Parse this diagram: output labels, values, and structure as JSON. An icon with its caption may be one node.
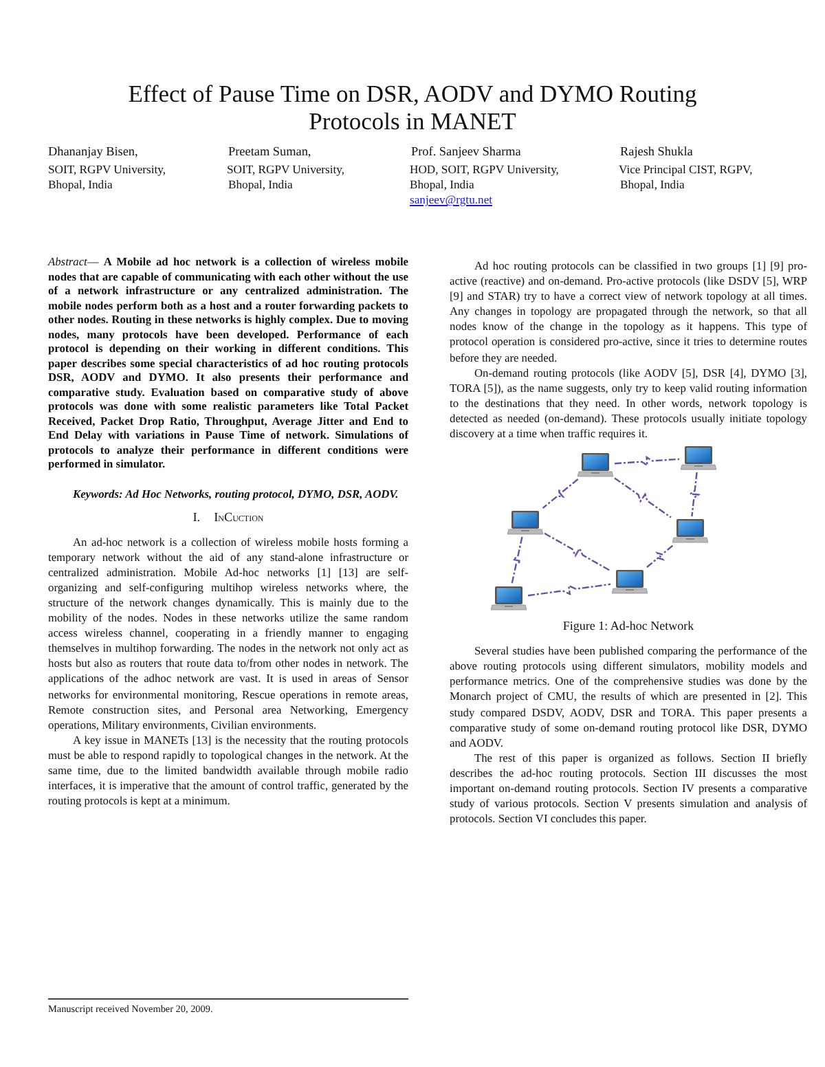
{
  "diagram": {
    "title": "Effect of Pause Time on DSR, AODV and DYMO Routing Protocols in MANET",
    "caption": "Figure 1: Ad-hoc Network",
    "nodes": [
      {
        "text": [],
        "shape": "laptop"
      },
      {
        "text": [],
        "shape": "laptop"
      },
      {
        "text": [],
        "shape": "laptop"
      },
      {
        "text": [],
        "shape": "laptop"
      },
      {
        "text": [],
        "shape": "laptop"
      },
      {
        "text": [],
        "shape": "laptop"
      }
    ],
    "edges": [
      {
        "from": 0,
        "to": 1,
        "arrow": "none",
        "style": "dashed"
      },
      {
        "from": 0,
        "to": 2,
        "arrow": "none",
        "style": "dashed"
      },
      {
        "from": 0,
        "to": 3,
        "arrow": "none",
        "style": "dashed"
      },
      {
        "from": 1,
        "to": 3,
        "arrow": "none",
        "style": "dashed"
      },
      {
        "from": 2,
        "to": 4,
        "arrow": "none",
        "style": "dashed"
      },
      {
        "from": 2,
        "to": 5,
        "arrow": "none",
        "style": "dashed"
      },
      {
        "from": 5,
        "to": 4,
        "arrow": "none",
        "style": "dashed"
      },
      {
        "from": 4,
        "to": 3,
        "arrow": "none",
        "style": "dashed"
      }
    ],
    "labels": [
      "Dhananjay Bisen,",
      "SOIT, RGPV University,",
      "Bhopal, India",
      "Preetam Suman,",
      "SOIT, RGPV University,",
      "Bhopal, India",
      "Prof. Sanjeev Sharma",
      "HOD, SOIT, RGPV University,",
      "Bhopal, India",
      "sanjeev@rgtu.net",
      "Rajesh Shukla",
      "Vice Principal CIST, RGPV,",
      "Bhopal, India",
      "*Abstract*— **A Mobile ad hoc network is a collection of wireless mobile nodes that are capable of communicating with each other without the use of a network infrastructure or any centralized administration. The mobile nodes perform both as a host and a router forwarding packets to other nodes. Routing in these networks is highly complex. Due to moving nodes, many protocols have been developed. Performance of each protocol is depending on their working in different conditions. This paper describes some special characteristics of ad hoc routing protocols DSR, AODV and DYMO. It also presents their performance and comparative study. Evaluation based on comparative study of above protocols was done with some realistic parameters like Total Packet Received, Packet Drop Ratio, Throughput, Average Jitter and End to End Delay with variations in Pause Time of network. Simulations of protocols to analyze their performance in different conditions were performed in simulator.**",
      "Keywords: Ad Hoc Networks, routing protocol, DYMO, DSR, AODV.",
      "I.",
      "InCuction",
      "An ad-hoc network is a collection of wireless mobile hosts forming a temporary network without the aid of any stand-alone infrastructure or centralized administration. Mobile Ad-hoc networks [1] [13] are self-organizing and self-configuring multihop wireless networks where, the structure of the network changes dynamically. This is mainly due to the mobility of the nodes. Nodes in these networks utilize the same random access wireless channel, cooperating in a friendly manner to engaging themselves in multihop forwarding. The nodes in the network not only act as hosts but also as routers that route data to/from other nodes in network. The applications of the adhoc network are vast. It is used in areas of Sensor networks for environmental monitoring, Rescue operations in remote areas, Remote construction sites, and Personal area Networking, Emergency operations, Military environments, Civilian environments.",
      "A key issue in MANETs [13] is the necessity that the routing protocols must be able to respond rapidly to topological changes in the network. At the same time, due to the limited bandwidth available through mobile radio interfaces, it is imperative that the amount of control traffic, generated by the routing protocols is kept at a minimum.",
      "Manuscript received November 20, 2009.",
      "Ad hoc routing protocols can be classified in two groups [1] [9] pro-active (reactive) and on-demand. Pro-active protocols (like DSDV [5], WRP [9] and STAR) try to have a correct view of network topology at all times. Any changes in topology are propagated through the network, so that all nodes know of the change in the topology as it happens. This type of protocol operation is considered pro-active, since it tries to determine routes before they are needed.",
      "On-demand routing protocols (like AODV [5], DSR [4], DYMO [3], TORA [5]), as the name suggests, only try to keep valid routing information to the destinations that they need. In other words, network topology is detected as needed (on-demand). These protocols usually initiate topology discovery at a time when traffic requires it.",
      "Several studies have been published comparing the performance of the above routing protocols using different simulators, mobility models and performance metrics. One of the comprehensive studies was done by the Monarch project of CMU, the results of which are presented in [2]. This study compared DSDV, AODV, DSR and TORA. This paper presents a comparative study of some on-demand routing protocol like DSR, DYMO and AODV.",
      "The rest of this paper is organized as follows. Section II briefly describes the ad-hoc routing protocols. Section III discusses the most important on-demand routing protocols. Section IV presents a comparative study of various protocols. Section V presents simulation and analysis of protocols. Section VI concludes this paper."
    ]
  }
}
